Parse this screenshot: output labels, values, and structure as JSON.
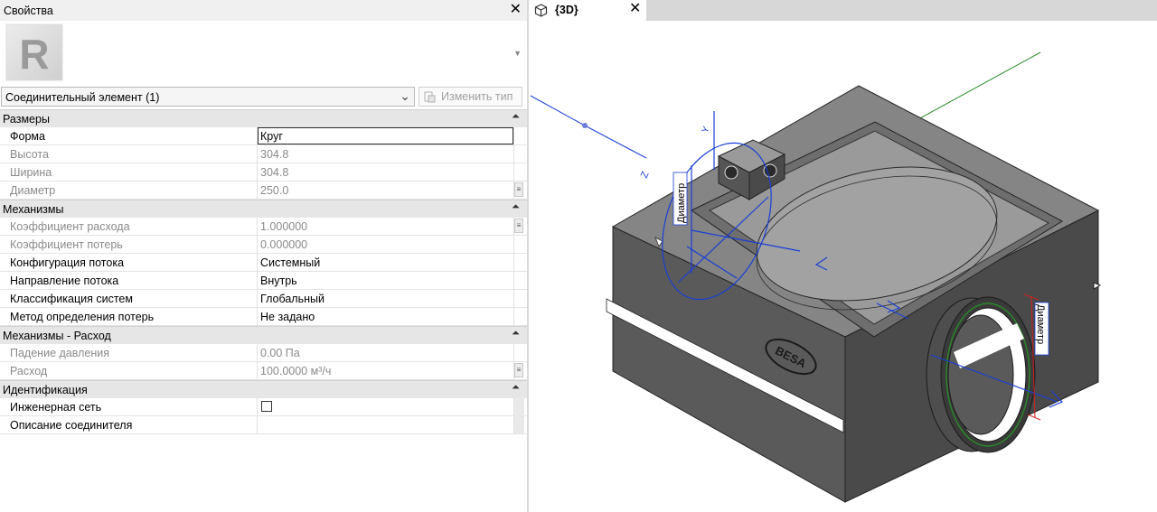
{
  "properties_panel": {
    "title": "Свойства",
    "close_symbol": "✕",
    "type_logo_letter": "R",
    "element_selector": "Соединительный элемент (1)",
    "edit_type_label": "Изменить тип"
  },
  "groups": [
    {
      "name": "Размеры",
      "rows": [
        {
          "name": "Форма",
          "value": "Круг",
          "editing": true
        },
        {
          "name": "Высота",
          "value": "304.8",
          "readonly": true
        },
        {
          "name": "Ширина",
          "value": "304.8",
          "readonly": true
        },
        {
          "name": "Диаметр",
          "value": "250.0",
          "readonly": true,
          "button": true
        }
      ]
    },
    {
      "name": "Механизмы",
      "rows": [
        {
          "name": "Коэффициент расхода",
          "value": "1.000000",
          "readonly": true,
          "button": true
        },
        {
          "name": "Коэффициент потерь",
          "value": "0.000000",
          "readonly": true
        },
        {
          "name": "Конфигурация потока",
          "value": "Системный"
        },
        {
          "name": "Направление потока",
          "value": "Внутрь"
        },
        {
          "name": "Классификация систем",
          "value": "Глобальный"
        },
        {
          "name": "Метод определения потерь",
          "value": "Не задано"
        }
      ]
    },
    {
      "name": "Механизмы - Расход",
      "rows": [
        {
          "name": "Падение давления",
          "value": "0.00 Па",
          "readonly": true
        },
        {
          "name": "Расход",
          "value": "100.0000 м³/ч",
          "readonly": true,
          "button": true
        }
      ]
    },
    {
      "name": "Идентификация",
      "rows": [
        {
          "name": "Инженерная сеть",
          "checkbox": true,
          "checked": false,
          "button": true
        },
        {
          "name": "Описание соединителя",
          "value": "",
          "button": true
        }
      ]
    }
  ],
  "view": {
    "tab_label": "{3D}",
    "close_symbol": "✕",
    "dimension_label": "Диаметр",
    "brand_logo_text": "BESA"
  },
  "colors": {
    "selection_blue": "#1a3fd4",
    "model_gray": "#585858",
    "model_dark": "#2e2e2e",
    "model_top": "#8a8a8a",
    "ref_line_green": "#2a8a2a",
    "ref_line_red": "#d02020"
  }
}
